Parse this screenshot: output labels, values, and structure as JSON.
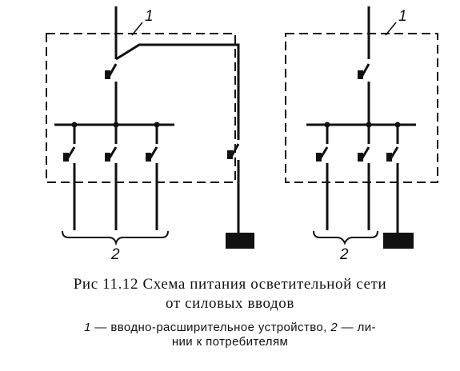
{
  "diagram": {
    "labels": {
      "device_left": "1",
      "device_right": "1",
      "lines_left": "2",
      "lines_right": "2"
    }
  },
  "caption": {
    "title_line1": "Рис 11.12 Схема питания осветительной сети",
    "title_line2": "от силовых вводов",
    "legend_num1": "1",
    "legend_text1": "— вводно-расширительное устройство,",
    "legend_num2": "2",
    "legend_text2": "— ли-",
    "legend_line2": "нии к потребителям"
  },
  "colors": {
    "ink": "#111111",
    "background": "#ffffff"
  }
}
